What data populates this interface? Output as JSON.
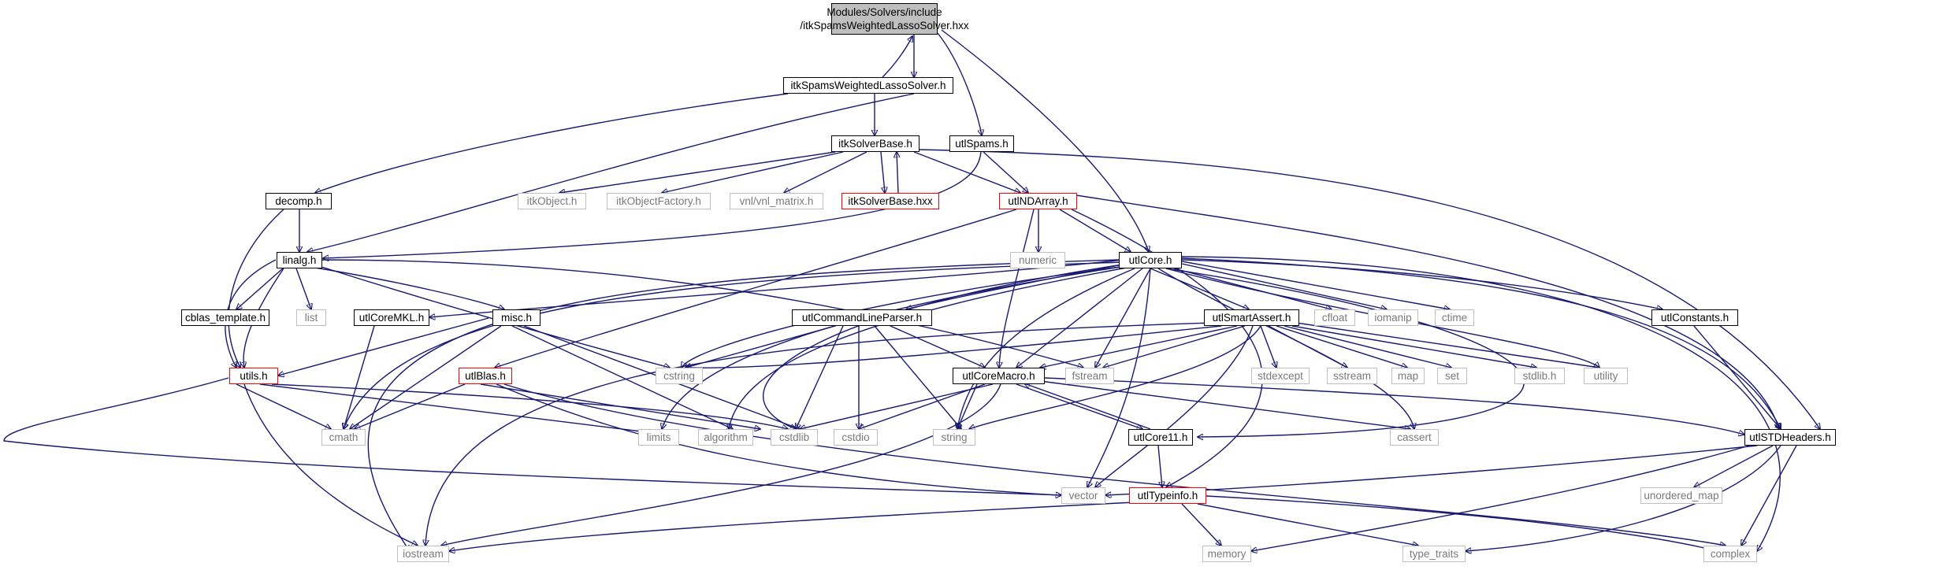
{
  "diagram": {
    "root_line1": "Modules/Solvers/include",
    "root_line2": "/itkSpamsWeightedLassoSolver.hxx",
    "edge_color": "#191970",
    "nodes": {
      "itkSpamsWeightedLassoSolver_h": "itkSpamsWeightedLassoSolver.h",
      "itkSolverBase_h": "itkSolverBase.h",
      "utlSpams_h": "utlSpams.h",
      "decomp_h": "decomp.h",
      "itkObject_h": "itkObject.h",
      "itkObjectFactory_h": "itkObjectFactory.h",
      "vnl_matrix_h": "vnl/vnl_matrix.h",
      "itkSolverBase_hxx": "itkSolverBase.hxx",
      "utlNDArray_h": "utlNDArray.h",
      "linalg_h": "linalg.h",
      "numeric": "numeric",
      "utlCore_h": "utlCore.h",
      "cblas_template_h": "cblas_template.h",
      "list": "list",
      "utlCoreMKL_h": "utlCoreMKL.h",
      "misc_h": "misc.h",
      "utlCommandLineParser_h": "utlCommandLineParser.h",
      "utlSmartAssert_h": "utlSmartAssert.h",
      "cfloat": "cfloat",
      "iomanip": "iomanip",
      "ctime": "ctime",
      "utlConstants_h": "utlConstants.h",
      "utils_h": "utils.h",
      "utlBlas_h": "utlBlas.h",
      "cstring": "cstring",
      "utlCoreMacro_h": "utlCoreMacro.h",
      "fstream": "fstream",
      "stdexcept": "stdexcept",
      "sstream": "sstream",
      "map": "map",
      "set": "set",
      "stdlib_h": "stdlib.h",
      "utility": "utility",
      "cmath": "cmath",
      "limits": "limits",
      "algorithm": "algorithm",
      "cstdlib": "cstdlib",
      "cstdio": "cstdio",
      "string": "string",
      "utlCore11_h": "utlCore11.h",
      "cassert": "cassert",
      "utlSTDHeaders_h": "utlSTDHeaders.h",
      "vector": "vector",
      "utlTypeinfo_h": "utlTypeinfo.h",
      "unordered_map": "unordered_map",
      "iostream": "iostream",
      "memory": "memory",
      "type_traits": "type_traits",
      "complex": "complex"
    }
  }
}
